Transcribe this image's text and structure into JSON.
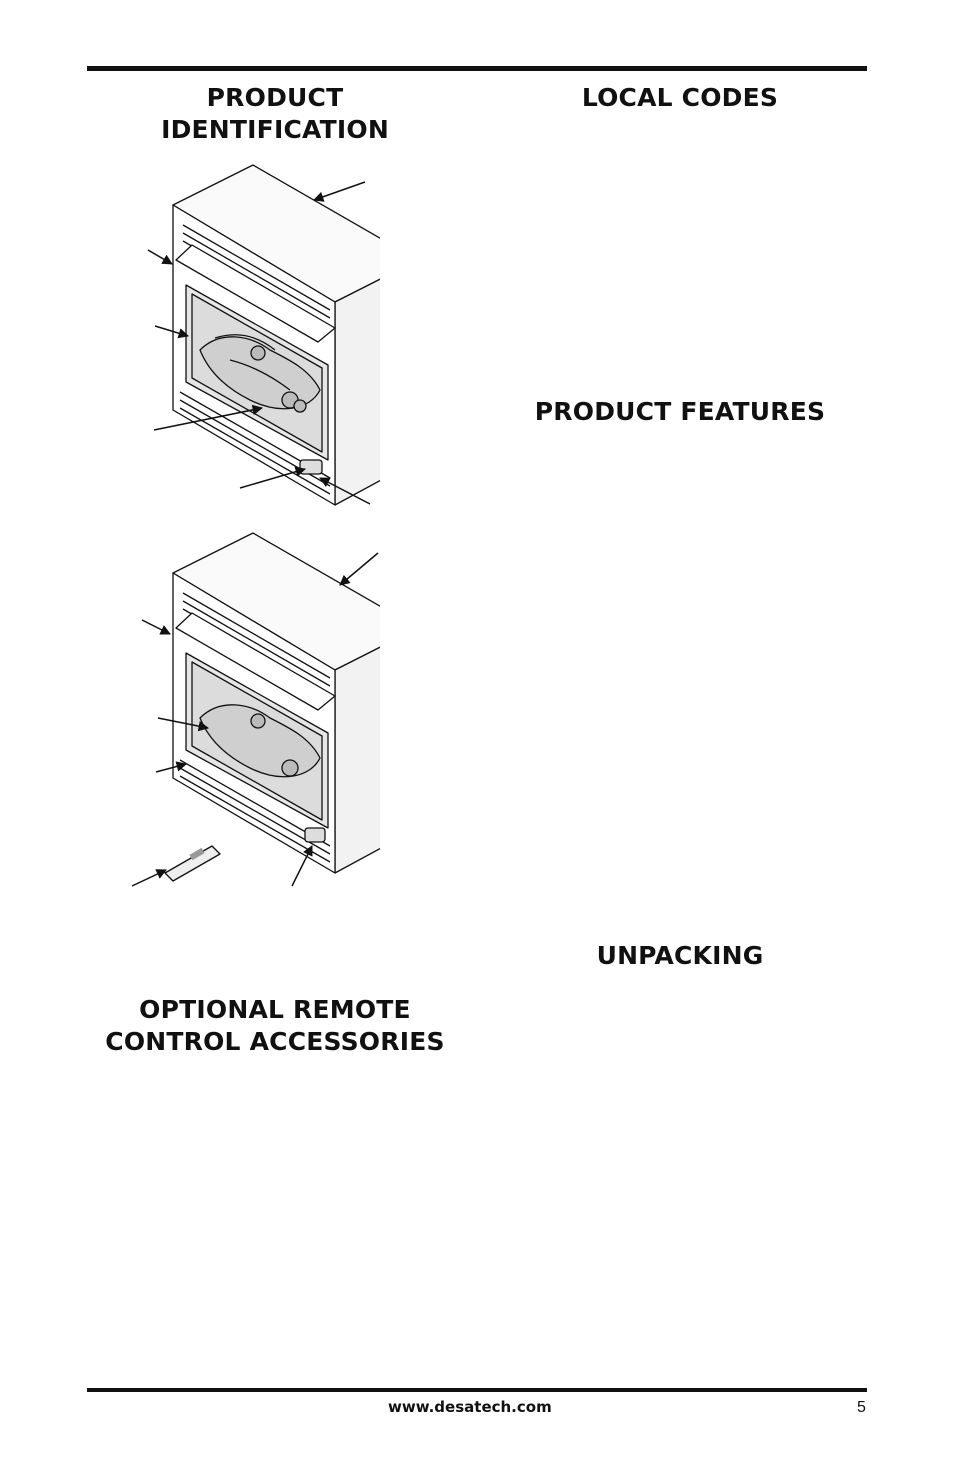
{
  "headings": {
    "product_identification": [
      "PRODUCT",
      "IDENTIFICATION"
    ],
    "local_codes": "LOCAL CODES",
    "product_features": "PRODUCT FEATURES",
    "unpacking": "UNPACKING",
    "optional_remote": [
      "OPTIONAL REMOTE",
      "CONTROL ACCESSORIES"
    ]
  },
  "figures": {
    "top": {
      "icon": "fireplace-illustration"
    },
    "bottom": {
      "icon": "fireplace-with-remote-illustration"
    }
  },
  "footer": {
    "url": "www.desatech.com",
    "page_number": "5"
  }
}
